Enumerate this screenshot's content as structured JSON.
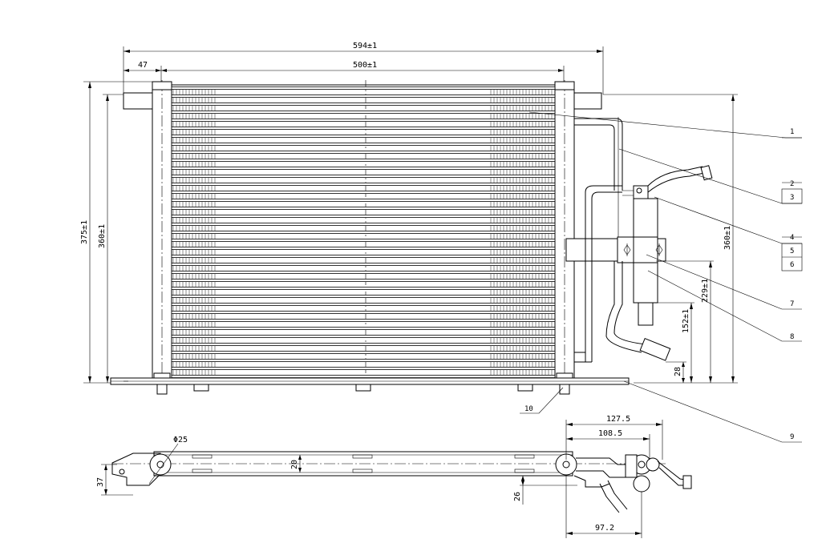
{
  "dimensions": {
    "overall_width": "594±1",
    "core_width": "500±1",
    "left_offset": "47",
    "overall_height": "375±1",
    "core_height": "360±1",
    "right_height": "360±1",
    "height_229": "229±1",
    "height_152": "152±1",
    "height_28": "28",
    "pipe_dia": "Φ25",
    "depth_37": "37",
    "core_depth": "20",
    "offset_26": "26",
    "side_127": "127.5",
    "side_108": "108.5",
    "side_97": "97.2"
  },
  "callouts": [
    "1",
    "2",
    "3",
    "4",
    "5",
    "6",
    "7",
    "8",
    "9",
    "10"
  ]
}
